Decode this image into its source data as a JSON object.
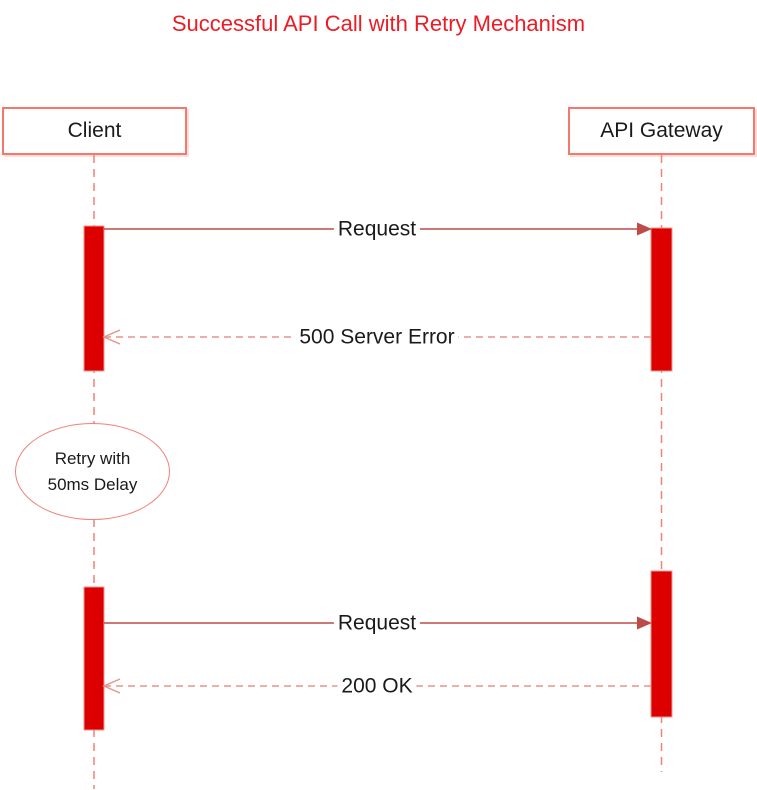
{
  "title": "Successful API Call with Retry Mechanism",
  "participants": [
    {
      "name": "Client"
    },
    {
      "name": "API Gateway"
    }
  ],
  "messages": [
    {
      "label": "Request",
      "from": "Client",
      "to": "API Gateway",
      "style": "solid"
    },
    {
      "label": "500 Server Error",
      "from": "API Gateway",
      "to": "Client",
      "style": "dashed"
    },
    {
      "label": "Request",
      "from": "Client",
      "to": "API Gateway",
      "style": "solid"
    },
    {
      "label": "200 OK",
      "from": "API Gateway",
      "to": "Client",
      "style": "dashed"
    }
  ],
  "note": {
    "line1": "Retry with",
    "line2": "50ms Delay"
  },
  "colors": {
    "title_text": "#ED1B24",
    "text": "#1a1a1a",
    "activation_fill": "#DD0000",
    "activation_border": "#F2948C",
    "box_border": "#F4786C",
    "lifeline": "#F0827A",
    "solid_message": "#BE4B48",
    "dashed_message": "#E5948C"
  }
}
